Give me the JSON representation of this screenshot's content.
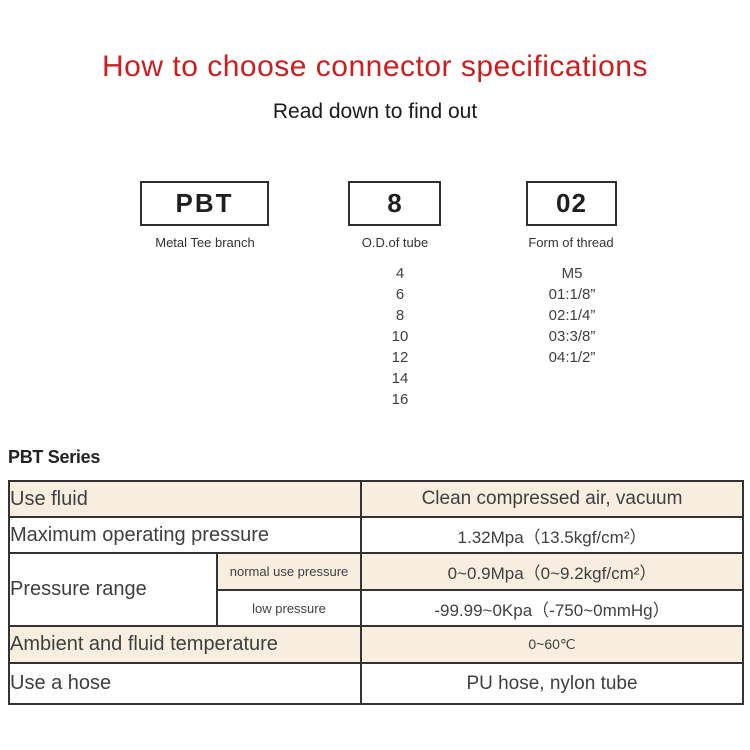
{
  "colors": {
    "accent_red": "#cc1e1e",
    "band_beige": "#f7eee0",
    "border_dark": "#333333"
  },
  "header": {
    "title": "How to choose connector specifications",
    "subtitle": "Read down to find out"
  },
  "selector": {
    "columns": [
      {
        "code": "PBT",
        "label": "Metal Tee branch",
        "options": []
      },
      {
        "code": "8",
        "label": "O.D.of tube",
        "options": [
          "4",
          "6",
          "8",
          "10",
          "12",
          "14",
          "16"
        ]
      },
      {
        "code": "02",
        "label": "Form of thread",
        "options": [
          "M5",
          "01:1/8”",
          "02:1/4”",
          "03:3/8”",
          "04:1/2”"
        ]
      }
    ]
  },
  "series": {
    "heading": "PBT Series"
  },
  "spec_table": {
    "row_use_fluid": {
      "label": "Use fluid",
      "value": "Clean compressed air, vacuum"
    },
    "row_max_pressure": {
      "label": "Maximum operating pressure",
      "value": "1.32Mpa（13.5kgf/cm²）"
    },
    "row_pressure_range": {
      "label": "Pressure range",
      "normal": {
        "label": "normal use pressure",
        "value": "0~0.9Mpa（0~9.2kgf/cm²）"
      },
      "low": {
        "label": "low pressure",
        "value": "-99.99~0Kpa（-750~0mmHg）"
      }
    },
    "row_temperature": {
      "label": "Ambient and fluid temperature",
      "value": "0~60℃"
    },
    "row_hose": {
      "label": "Use a hose",
      "value": "PU hose, nylon tube"
    }
  }
}
